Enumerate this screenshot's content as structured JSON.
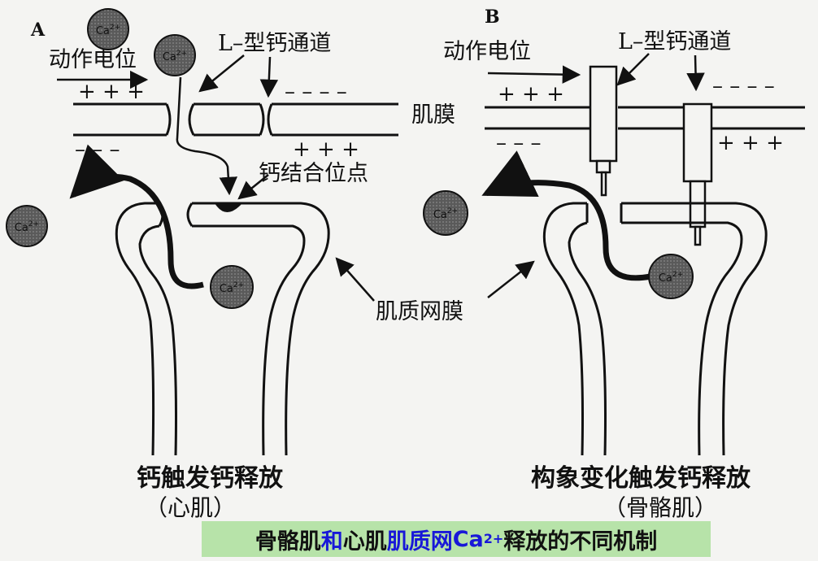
{
  "panel_a": {
    "letter": "A",
    "action_potential": "动作电位",
    "l_channel": "L–型钙通道",
    "binding_site": "钙结合位点",
    "mechanism": "钙触发钙释放",
    "muscle": "（心肌）",
    "ion": "Ca²⁺",
    "ion_sup": "2+",
    "ion_base": "Ca",
    "plus": "+",
    "minus": "–"
  },
  "panel_b": {
    "letter": "B",
    "action_potential": "动作电位",
    "l_channel": "L–型钙通道",
    "mechanism": "构象变化触发钙释放",
    "muscle": "（骨骼肌）"
  },
  "labels": {
    "sarcolemma": "肌膜",
    "sr": "肌质网膜"
  },
  "caption": {
    "part1": "骨骼肌",
    "part2": "和",
    "part3": "心肌",
    "part4": "肌质网",
    "part5": "Ca",
    "sup": "2+",
    "part6": "释放的不同机制"
  },
  "colors": {
    "line": "#111111",
    "ion_fill": "#555555",
    "red_text": "#e0141c",
    "blue_text": "#1818d8",
    "caption_bg": "#b7e3a9"
  }
}
